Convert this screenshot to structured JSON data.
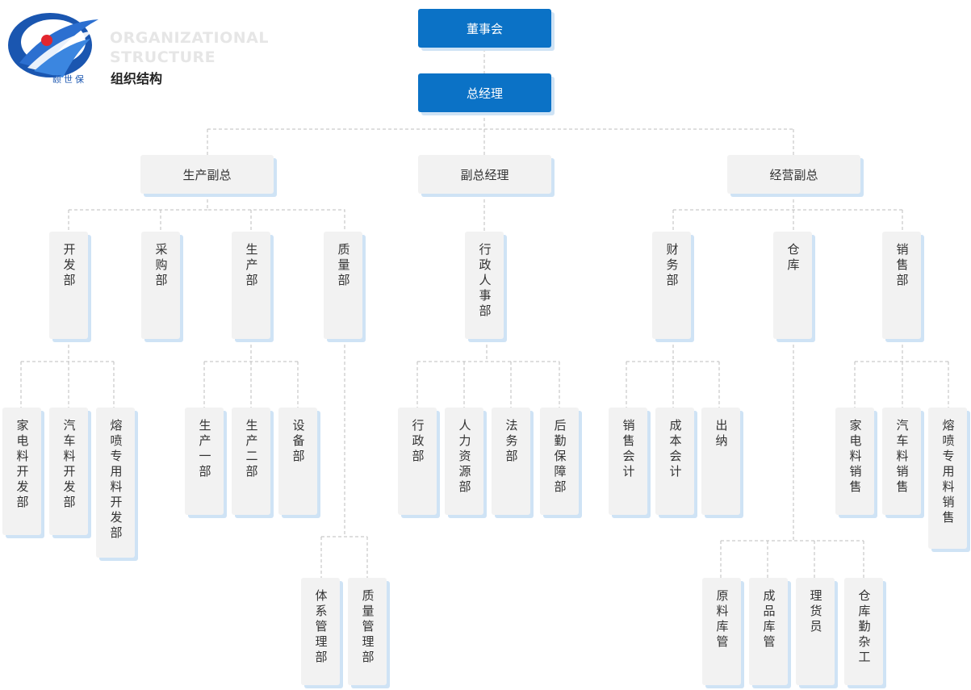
{
  "brand": {
    "small_text": "颐世保",
    "title_en_1": "ORGANIZATIONAL",
    "title_en_2": "STRUCTURE",
    "title_cn": "组织结构",
    "colors": {
      "blue": "#0b72c6",
      "red": "#e3262f",
      "node_bg": "#f2f2f2",
      "shadow": "#cfe3f5"
    }
  },
  "chart": {
    "board": "董事会",
    "gm": "总经理",
    "vp_production": "生产副总",
    "vp_deputy": "副总经理",
    "vp_business": "经营副总",
    "dept_dev": "开发部",
    "dept_purchase": "采购部",
    "dept_production": "生产部",
    "dept_quality": "质量部",
    "dept_admin_hr": "行政人事部",
    "dept_finance": "财务部",
    "dept_warehouse": "仓库",
    "dept_sales": "销售部",
    "dev_appliance": "家电料开发部",
    "dev_auto": "汽车料开发部",
    "dev_spray": "熔喷专用料开发部",
    "prod_one": "生产一部",
    "prod_two": "生产二部",
    "prod_equipment": "设备部",
    "quality_system": "体系管理部",
    "quality_mgmt": "质量管理部",
    "admin": "行政部",
    "hr": "人力资源部",
    "legal": "法务部",
    "logistics": "后勤保障部",
    "sales_accounting": "销售会计",
    "cost_accounting": "成本会计",
    "cashier": "出纳",
    "raw_keeper": "原料库管",
    "product_keeper": "成品库管",
    "stock_clerk": "理货员",
    "warehouse_worker": "仓库勤杂工",
    "sales_appliance": "家电料销售",
    "sales_auto": "汽车料销售",
    "sales_spray": "熔喷专用料销售"
  }
}
